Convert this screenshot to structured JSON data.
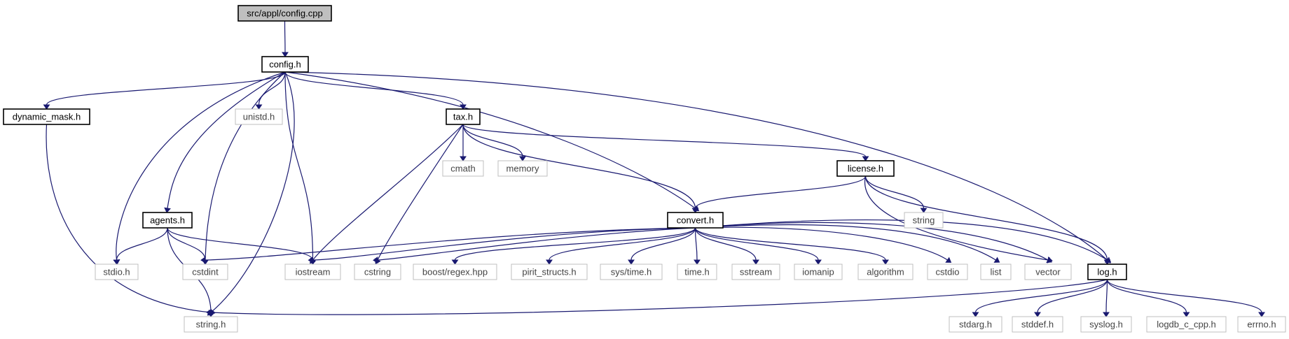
{
  "nodes": [
    {
      "id": "config_cpp",
      "label": "src/appl/config.cpp",
      "kind": "root"
    },
    {
      "id": "config_h",
      "label": "config.h",
      "kind": "local"
    },
    {
      "id": "dynamic_mask_h",
      "label": "dynamic_mask.h",
      "kind": "local"
    },
    {
      "id": "unistd_h",
      "label": "unistd.h",
      "kind": "ext"
    },
    {
      "id": "tax_h",
      "label": "tax.h",
      "kind": "local"
    },
    {
      "id": "cmath",
      "label": "cmath",
      "kind": "ext"
    },
    {
      "id": "memory",
      "label": "memory",
      "kind": "ext"
    },
    {
      "id": "license_h",
      "label": "license.h",
      "kind": "local"
    },
    {
      "id": "string",
      "label": "string",
      "kind": "ext"
    },
    {
      "id": "agents_h",
      "label": "agents.h",
      "kind": "local"
    },
    {
      "id": "convert_h",
      "label": "convert.h",
      "kind": "local"
    },
    {
      "id": "stdio_h",
      "label": "stdio.h",
      "kind": "ext"
    },
    {
      "id": "cstdint",
      "label": "cstdint",
      "kind": "ext"
    },
    {
      "id": "iostream",
      "label": "iostream",
      "kind": "ext"
    },
    {
      "id": "cstring",
      "label": "cstring",
      "kind": "ext"
    },
    {
      "id": "boost_regex",
      "label": "boost/regex.hpp",
      "kind": "ext"
    },
    {
      "id": "pirit_structs",
      "label": "pirit_structs.h",
      "kind": "ext"
    },
    {
      "id": "sys_time",
      "label": "sys/time.h",
      "kind": "ext"
    },
    {
      "id": "time_h",
      "label": "time.h",
      "kind": "ext"
    },
    {
      "id": "sstream",
      "label": "sstream",
      "kind": "ext"
    },
    {
      "id": "iomanip",
      "label": "iomanip",
      "kind": "ext"
    },
    {
      "id": "algorithm",
      "label": "algorithm",
      "kind": "ext"
    },
    {
      "id": "cstdio",
      "label": "cstdio",
      "kind": "ext"
    },
    {
      "id": "list",
      "label": "list",
      "kind": "ext"
    },
    {
      "id": "vector",
      "label": "vector",
      "kind": "ext"
    },
    {
      "id": "log_h",
      "label": "log.h",
      "kind": "local"
    },
    {
      "id": "string_h",
      "label": "string.h",
      "kind": "ext"
    },
    {
      "id": "stdarg_h",
      "label": "stdarg.h",
      "kind": "ext"
    },
    {
      "id": "stddef_h",
      "label": "stddef.h",
      "kind": "ext"
    },
    {
      "id": "syslog_h",
      "label": "syslog.h",
      "kind": "ext"
    },
    {
      "id": "logdb_c_cpp",
      "label": "logdb_c_cpp.h",
      "kind": "ext"
    },
    {
      "id": "errno_h",
      "label": "errno.h",
      "kind": "ext"
    }
  ],
  "edges": [
    [
      "config_cpp",
      "config_h"
    ],
    [
      "config_h",
      "dynamic_mask_h"
    ],
    [
      "config_h",
      "unistd_h"
    ],
    [
      "config_h",
      "tax_h"
    ],
    [
      "config_h",
      "agents_h"
    ],
    [
      "config_h",
      "stdio_h"
    ],
    [
      "config_h",
      "cstdint"
    ],
    [
      "config_h",
      "iostream"
    ],
    [
      "config_h",
      "string_h"
    ],
    [
      "config_h",
      "convert_h"
    ],
    [
      "config_h",
      "log_h"
    ],
    [
      "dynamic_mask_h",
      "string_h"
    ],
    [
      "tax_h",
      "cmath"
    ],
    [
      "tax_h",
      "memory"
    ],
    [
      "tax_h",
      "license_h"
    ],
    [
      "tax_h",
      "convert_h"
    ],
    [
      "tax_h",
      "iostream"
    ],
    [
      "tax_h",
      "cstring"
    ],
    [
      "license_h",
      "convert_h"
    ],
    [
      "license_h",
      "string"
    ],
    [
      "license_h",
      "log_h"
    ],
    [
      "license_h",
      "vector"
    ],
    [
      "agents_h",
      "stdio_h"
    ],
    [
      "agents_h",
      "cstdint"
    ],
    [
      "agents_h",
      "iostream"
    ],
    [
      "agents_h",
      "string_h"
    ],
    [
      "convert_h",
      "cstdint"
    ],
    [
      "convert_h",
      "iostream"
    ],
    [
      "convert_h",
      "cstring"
    ],
    [
      "convert_h",
      "boost_regex"
    ],
    [
      "convert_h",
      "pirit_structs"
    ],
    [
      "convert_h",
      "sys_time"
    ],
    [
      "convert_h",
      "time_h"
    ],
    [
      "convert_h",
      "sstream"
    ],
    [
      "convert_h",
      "iomanip"
    ],
    [
      "convert_h",
      "algorithm"
    ],
    [
      "convert_h",
      "cstdio"
    ],
    [
      "convert_h",
      "list"
    ],
    [
      "convert_h",
      "vector"
    ],
    [
      "convert_h",
      "log_h"
    ],
    [
      "log_h",
      "string_h"
    ],
    [
      "log_h",
      "stdarg_h"
    ],
    [
      "log_h",
      "stddef_h"
    ],
    [
      "log_h",
      "syslog_h"
    ],
    [
      "log_h",
      "logdb_c_cpp"
    ],
    [
      "log_h",
      "errno_h"
    ]
  ],
  "colors": {
    "edge": "#191970",
    "root_fill": "#bfbfbf",
    "local_border": "#000000",
    "external_border": "#bfbfbf"
  }
}
